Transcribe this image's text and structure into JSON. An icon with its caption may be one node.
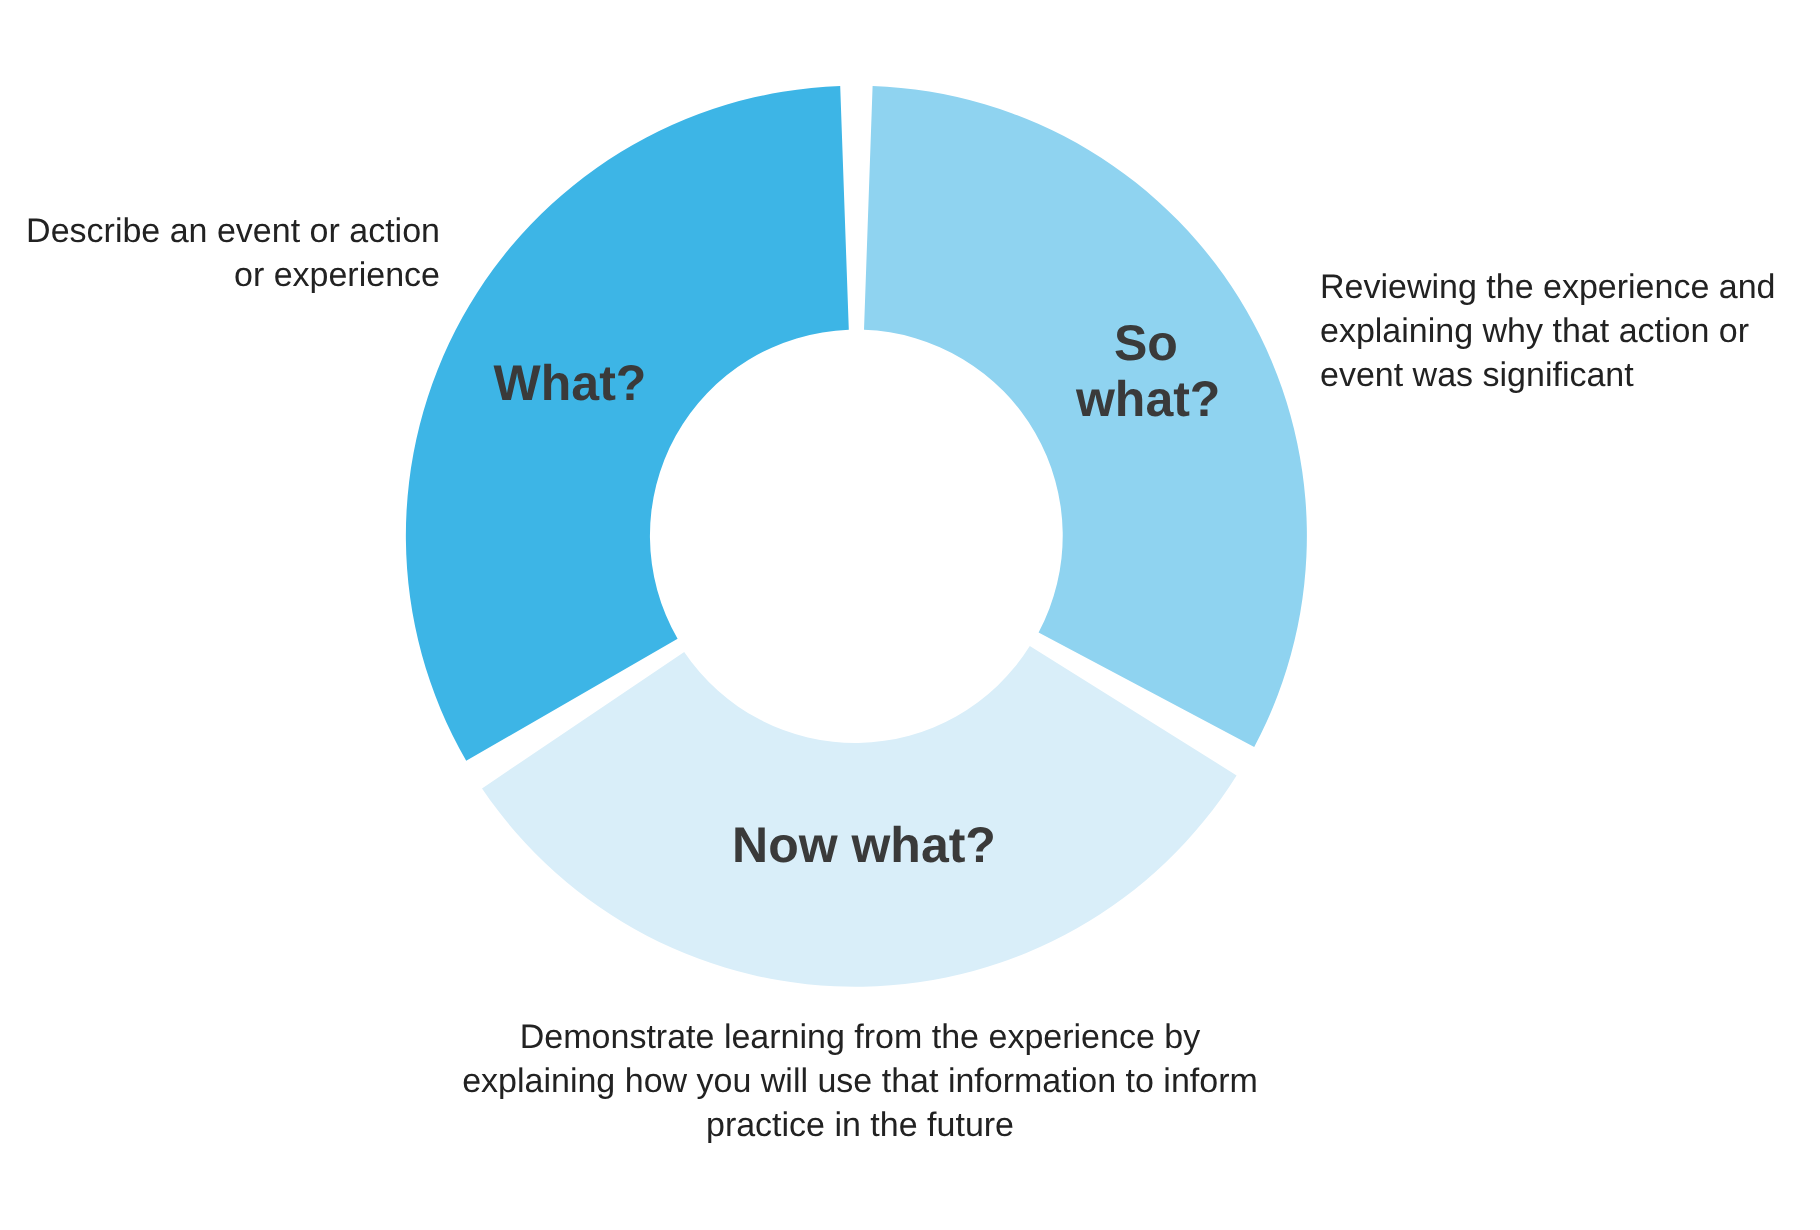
{
  "diagram": {
    "nodes": [
      {
        "text": [
          "What?"
        ],
        "beside": [
          "Describe an event or action or experience"
        ]
      },
      {
        "text": [
          "So what?"
        ],
        "beside": [
          "Reviewing the experience and explaining why that action or event was significant"
        ]
      },
      {
        "text": [
          "Now what?"
        ],
        "beside": [
          "Demonstrate learning from the experience by explaining how you will use that information to inform practice in the future"
        ]
      }
    ]
  }
}
